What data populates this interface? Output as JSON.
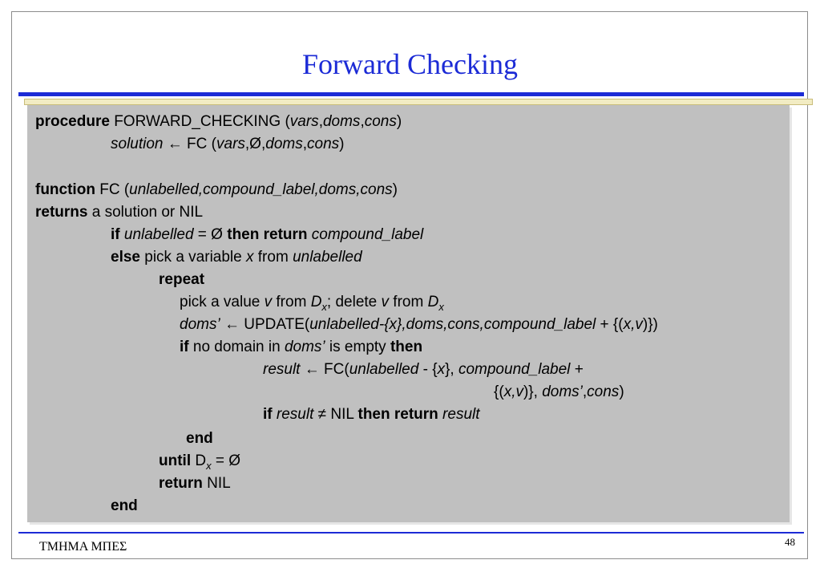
{
  "slide": {
    "title": "Forward Checking",
    "footer": "ΤΜΗΜΑ ΜΠΕΣ",
    "page_number": "48"
  },
  "code": {
    "l1": {
      "kw": "procedure",
      "t1": " FORWARD_CHECKING (",
      "i1": "vars",
      "t2": ",",
      "i2": "doms",
      "t3": ",",
      "i3": "cons",
      "t4": ")"
    },
    "l2": {
      "i1": "solution",
      "t1": " ← FC (",
      "i2": "vars",
      "t2": ",Ø,",
      "i3": "doms",
      "t3": ",",
      "i4": "cons",
      "t4": ")"
    },
    "l3": {
      "kw": "function",
      "t1": " FC (",
      "i1": "unlabelled,compound_label,doms,cons",
      "t2": ")"
    },
    "l4": {
      "kw": "returns",
      "t1": " a solution or NIL"
    },
    "l5": {
      "kw1": "if",
      "i1": " unlabelled",
      "t1": " = Ø ",
      "kw2": "then return",
      "i2": " compound_label"
    },
    "l6": {
      "kw": "else",
      "t1": "  pick a variable ",
      "i1": "x",
      "t2": " from ",
      "i2": "unlabelled"
    },
    "l7": {
      "kw": "repeat"
    },
    "l8": {
      "t1": "pick a value ",
      "i1": "v",
      "t2": " from ",
      "i2": "D",
      "s1": "x",
      "t3": "; delete ",
      "i3": "v",
      "t4": " from ",
      "i4": "D",
      "s2": "x"
    },
    "l9": {
      "i1": "doms’",
      "t1": " ← UPDATE(",
      "i2": "unlabelled-{x},doms,cons,compound_label",
      "t2": " + {(",
      "i3": "x,v",
      "t3": ")})"
    },
    "l10": {
      "kw1": "if",
      "t1": " no domain in ",
      "i1": "doms’",
      "t2": " is empty ",
      "kw2": "then"
    },
    "l11": {
      "i1": "result",
      "t1": " ← FC(",
      "i2": "unlabelled",
      "t2": " - {",
      "i3": "x",
      "t3": "}, ",
      "i4": "compound_label",
      "t4": " +"
    },
    "l12": {
      "t1": "{(",
      "i1": "x,v",
      "t2": ")}, ",
      "i2": "doms’",
      "t3": ",",
      "i3": "cons",
      "t4": ")"
    },
    "l13": {
      "kw1": "if",
      "i1": " result",
      "t1": " ≠ NIL ",
      "kw2": "then return",
      "i2": " result"
    },
    "l14": {
      "kw": "end"
    },
    "l15": {
      "kw": "until",
      "t1": " D",
      "s1": "x",
      "t2": " = Ø"
    },
    "l16": {
      "kw": "return",
      "t1": " NIL"
    },
    "l17": {
      "kw": "end"
    }
  },
  "colors": {
    "title": "#1c2bd6",
    "rule": "#1c2bd6",
    "codebox_bg": "#c0c0c0",
    "gold_bar": "#f2ecc3"
  }
}
